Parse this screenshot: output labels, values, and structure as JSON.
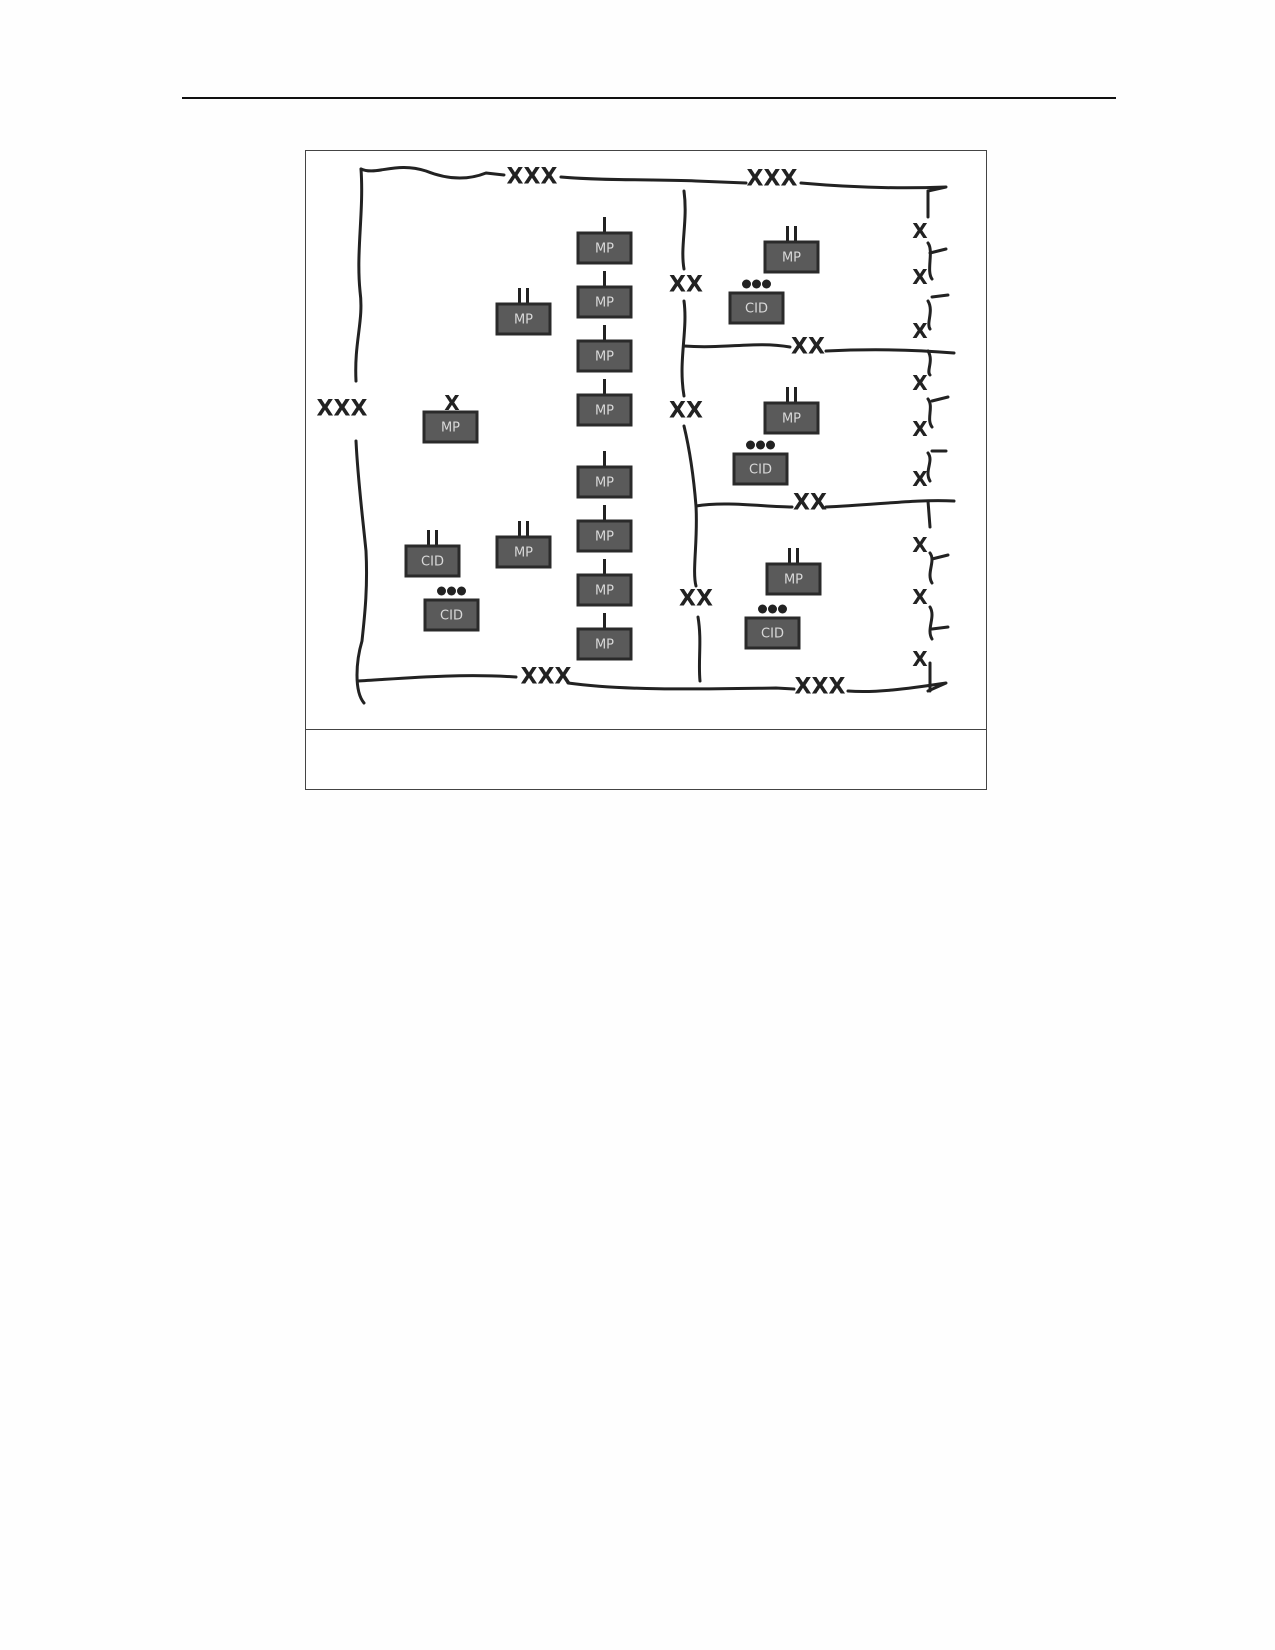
{
  "diagram": {
    "boundary_labels": {
      "xxx": "XXX",
      "xx": "XX",
      "x": "X"
    },
    "unit_labels": {
      "mp": "MP",
      "cid": "CID"
    },
    "caption": ""
  }
}
